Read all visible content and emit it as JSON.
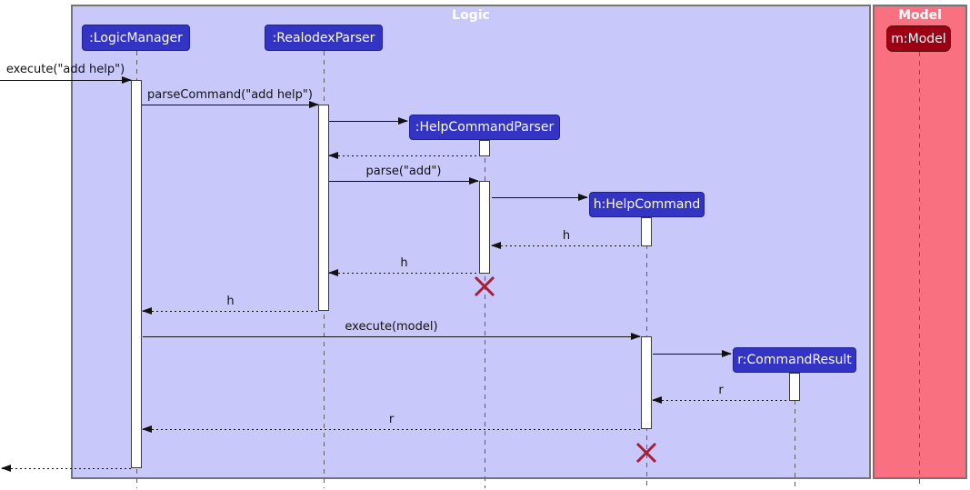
{
  "diagram_type": "uml-sequence-diagram",
  "frames": {
    "logic": {
      "title": "Logic"
    },
    "model": {
      "title": "Model"
    }
  },
  "participants": {
    "logic_manager": {
      "label": ":LogicManager"
    },
    "realodex_parser": {
      "label": ":RealodexParser"
    },
    "help_command_parser": {
      "label": ":HelpCommandParser"
    },
    "help_command": {
      "label": "h:HelpCommand"
    },
    "command_result": {
      "label": "r:CommandResult"
    },
    "model": {
      "label": "m:Model"
    }
  },
  "messages": {
    "execute_add_help": {
      "label": "execute(\"add help\")",
      "type": "solid"
    },
    "parse_command": {
      "label": "parseCommand(\"add help\")",
      "type": "solid"
    },
    "create_help_command_parser": {
      "label": "",
      "type": "solid"
    },
    "return_unlabeled": {
      "label": "",
      "type": "return"
    },
    "parse_add": {
      "label": "parse(\"add\")",
      "type": "solid"
    },
    "create_help_command": {
      "label": "",
      "type": "solid"
    },
    "return_h_to_parser": {
      "label": "h",
      "type": "return"
    },
    "return_h_to_realodex": {
      "label": "h",
      "type": "return"
    },
    "return_h_to_logic_manager": {
      "label": "h",
      "type": "return"
    },
    "execute_model": {
      "label": "execute(model)",
      "type": "solid"
    },
    "create_command_result": {
      "label": "",
      "type": "solid"
    },
    "return_r_to_help_command": {
      "label": "r",
      "type": "return"
    },
    "return_r_to_logic_manager": {
      "label": "r",
      "type": "return"
    },
    "final_return": {
      "label": "",
      "type": "return"
    }
  },
  "colors": {
    "logic_frame_bg": "#C8C8FA",
    "model_frame_bg": "#F97181",
    "participant_bg": "#3333C4",
    "model_participant_bg": "#9D0012",
    "participant_text": "#FFFFFF",
    "frame_border": "#757575",
    "arrow": "#111111",
    "destroy_x": "#A91E37"
  }
}
